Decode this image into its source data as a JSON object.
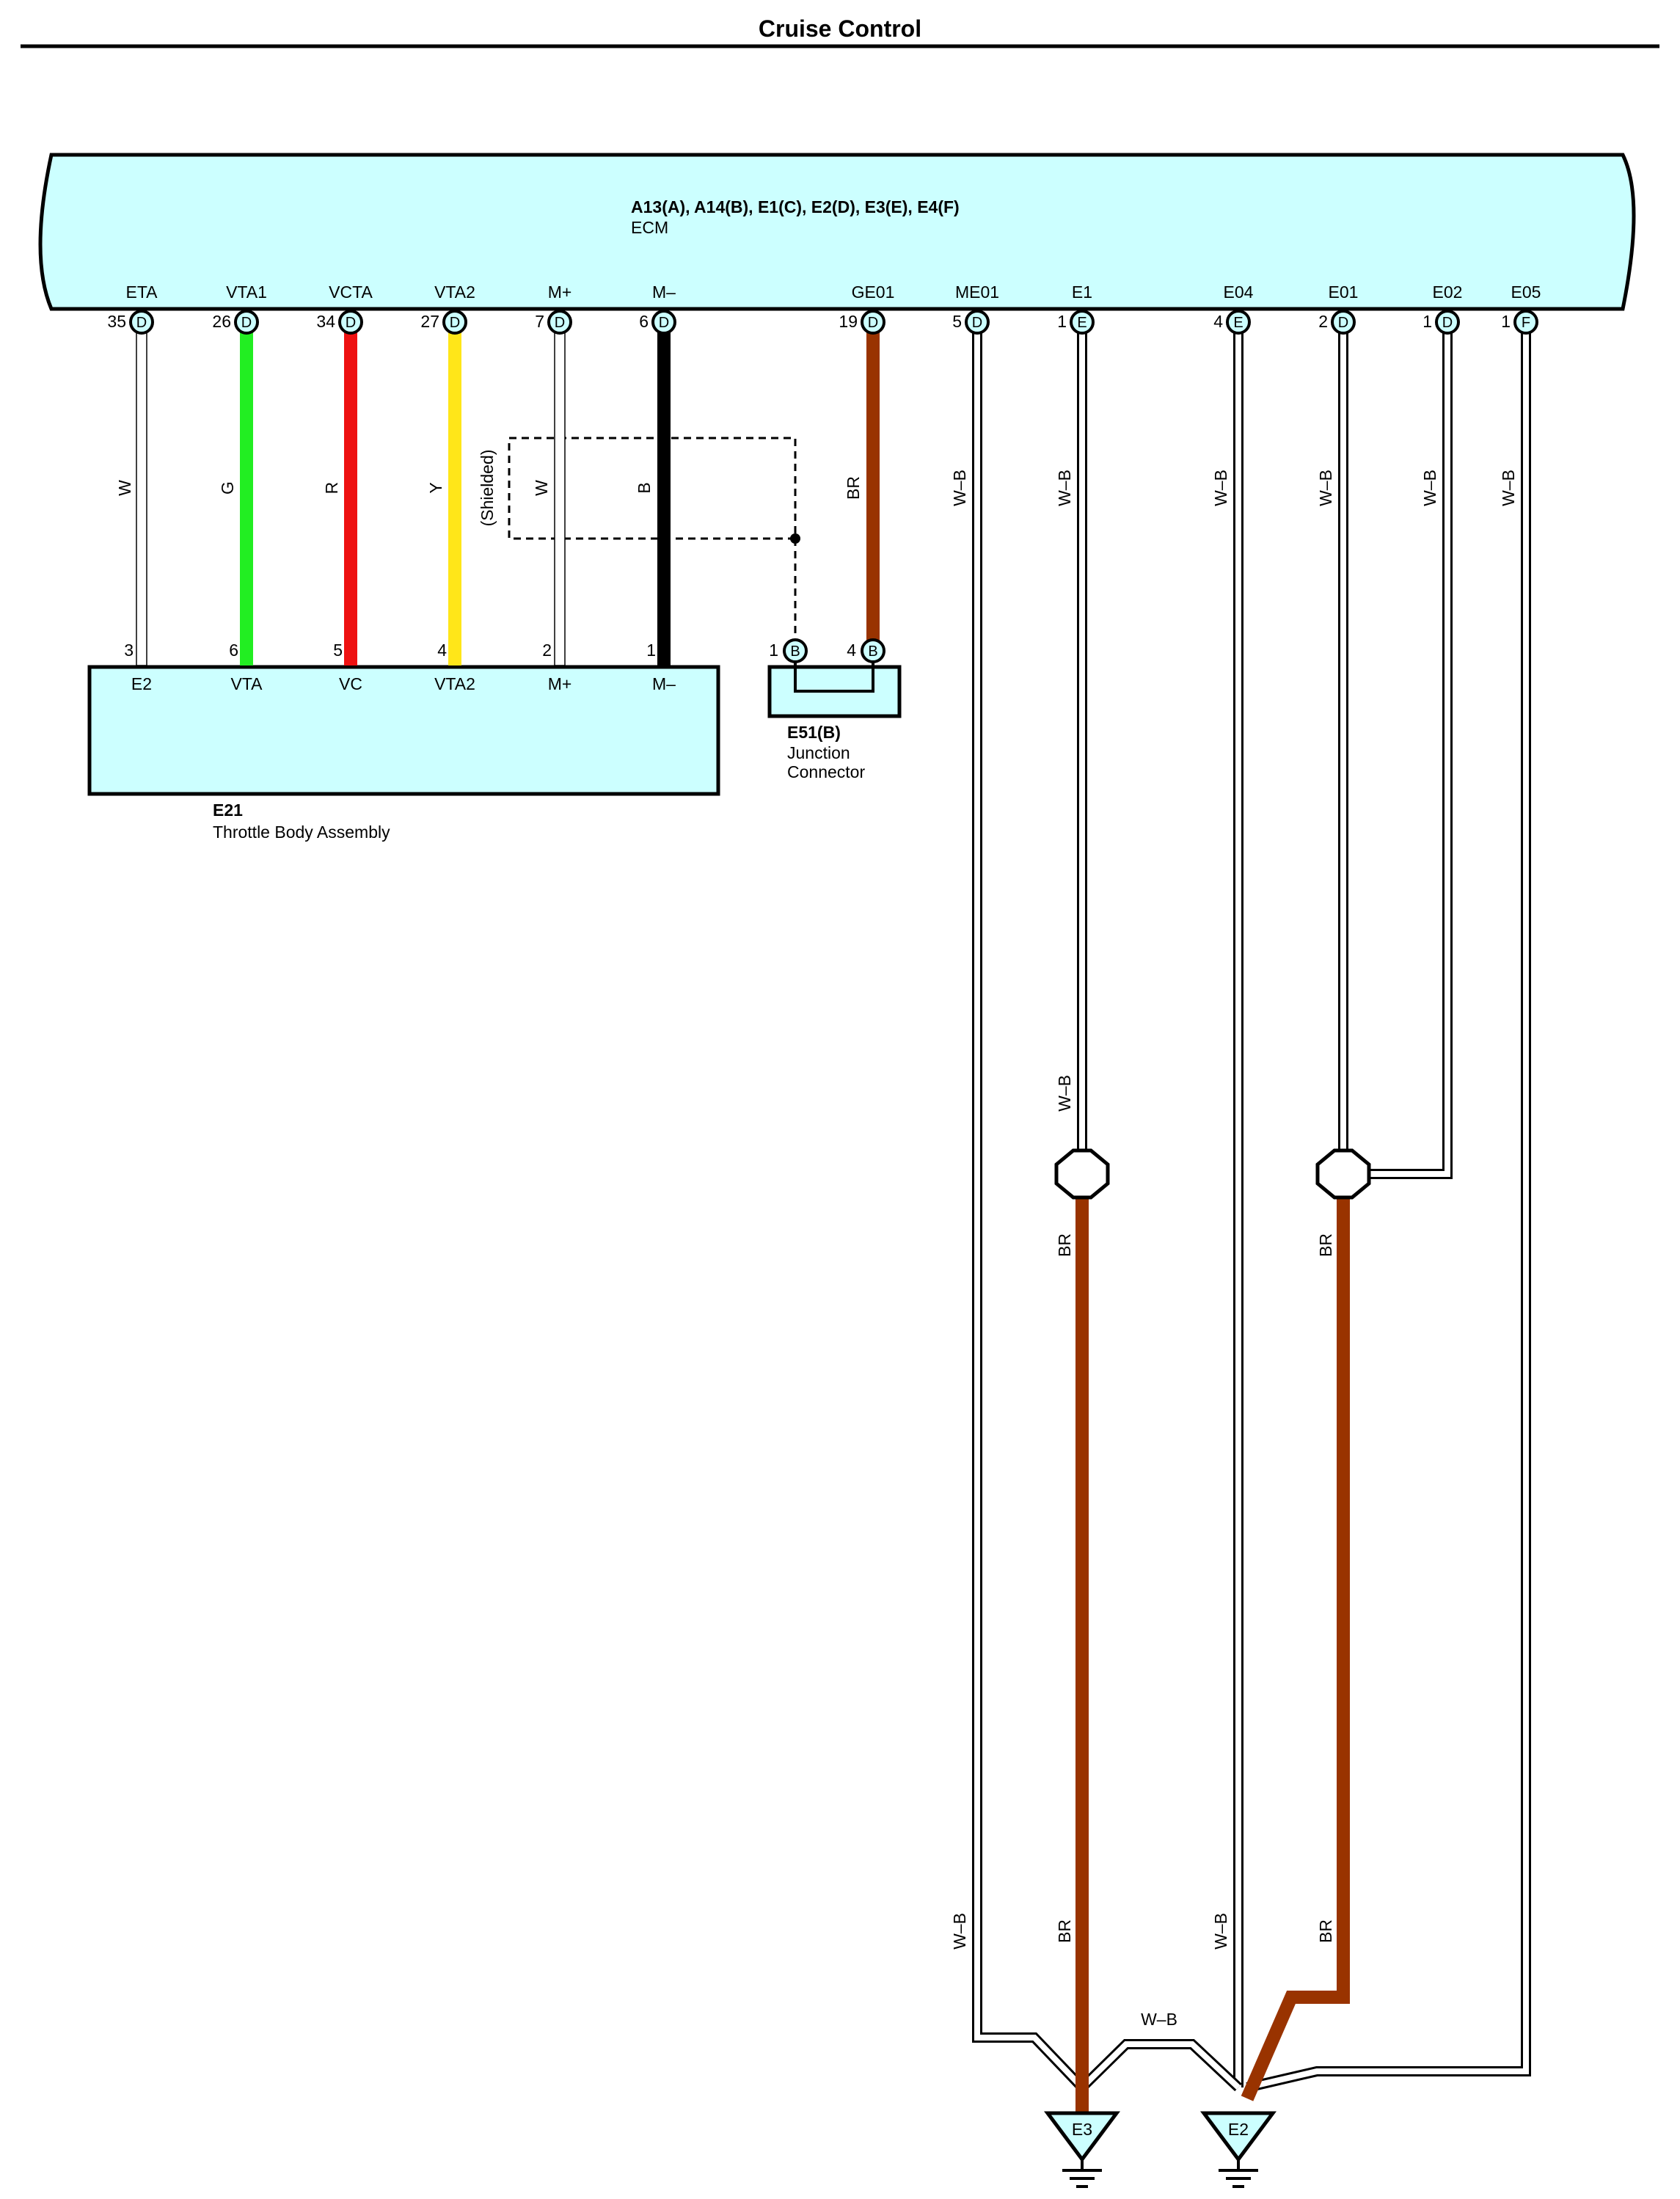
{
  "title": "Cruise Control",
  "ecm": {
    "code": "A13(A), A14(B), E1(C), E2(D), E3(E), E4(F)",
    "name": "ECM",
    "pins": [
      {
        "name": "ETA",
        "num": "35",
        "conn": "D"
      },
      {
        "name": "VTA1",
        "num": "26",
        "conn": "D"
      },
      {
        "name": "VCTA",
        "num": "34",
        "conn": "D"
      },
      {
        "name": "VTA2",
        "num": "27",
        "conn": "D"
      },
      {
        "name": "M+",
        "num": "7",
        "conn": "D"
      },
      {
        "name": "M–",
        "num": "6",
        "conn": "D"
      },
      {
        "name": "GE01",
        "num": "19",
        "conn": "D"
      },
      {
        "name": "ME01",
        "num": "5",
        "conn": "D"
      },
      {
        "name": "E1",
        "num": "1",
        "conn": "E"
      },
      {
        "name": "E04",
        "num": "4",
        "conn": "E"
      },
      {
        "name": "E01",
        "num": "2",
        "conn": "D"
      },
      {
        "name": "E02",
        "num": "1",
        "conn": "D"
      },
      {
        "name": "E05",
        "num": "1",
        "conn": "F"
      }
    ]
  },
  "throttle": {
    "code": "E21",
    "name": "Throttle Body Assembly",
    "pins": [
      {
        "name": "E2",
        "num": "3"
      },
      {
        "name": "VTA",
        "num": "6"
      },
      {
        "name": "VC",
        "num": "5"
      },
      {
        "name": "VTA2",
        "num": "4"
      },
      {
        "name": "M+",
        "num": "2"
      },
      {
        "name": "M–",
        "num": "1"
      }
    ]
  },
  "junction": {
    "code": "E51(B)",
    "name_line1": "Junction",
    "name_line2": "Connector",
    "pins": [
      {
        "num": "1",
        "conn": "B"
      },
      {
        "num": "4",
        "conn": "B"
      }
    ]
  },
  "wire_labels": {
    "eta": "W",
    "vta1": "G",
    "vcta": "R",
    "vta2": "Y",
    "mplus": "W",
    "mminus": "B",
    "ge01": "BR",
    "me01_top": "W–B",
    "e1_top": "W–B",
    "e04_top": "W–B",
    "e01_top": "W–B",
    "e02_top": "W–B",
    "e05_top": "W–B",
    "e1_mid": "W–B",
    "e1_br": "BR",
    "e01_br": "BR",
    "me01_bottom": "W–B",
    "e3_br_bottom": "BR",
    "e04_bottom": "W–B",
    "e2_br_bottom": "BR",
    "between_grounds": "W–B",
    "shielded": "(Shielded)"
  },
  "grounds": {
    "left": "E3",
    "right": "E2"
  },
  "colors": {
    "ecm_fill": "#ccffff",
    "green": "#22ee22",
    "red": "#ee1111",
    "yellow": "#ffe619",
    "black": "#000000",
    "brown": "#993300",
    "white_wire": "#ffffff"
  }
}
